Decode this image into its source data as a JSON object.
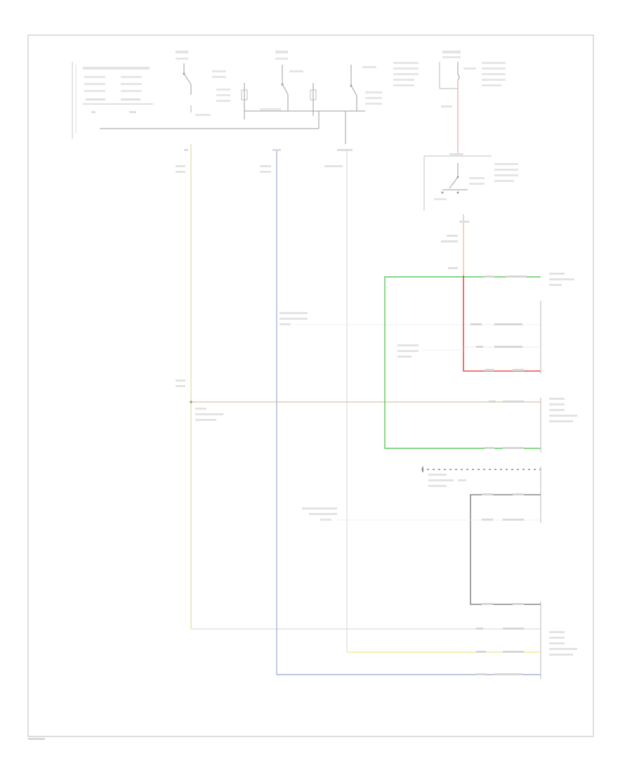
{
  "diagram": {
    "footer_code": "",
    "colors": {
      "frame": "#bdbdbd",
      "wire_gray": "#9e9e9e",
      "wire_yellow": "#e5e2b0",
      "wire_blue": "#a8b4d6",
      "wire_green": "#5ec85e",
      "wire_red": "#f04a4a",
      "wire_pink": "#f3a7a7",
      "wire_orange": "#f0c39a",
      "wire_tan": "#d8c8a0",
      "wire_dark": "#6f6f6f",
      "wire_light_yellow": "#f0ec9a",
      "label_text": "#b9b9b9"
    },
    "components": [
      "fuse-block-top-left",
      "relay-switch-1",
      "relay-switch-2",
      "relay-switch-3",
      "relay-switch-4",
      "fuse-right-top",
      "ignition-switch",
      "connector-right-1",
      "connector-right-2",
      "connector-right-3",
      "connector-right-4",
      "connector-right-5"
    ]
  }
}
